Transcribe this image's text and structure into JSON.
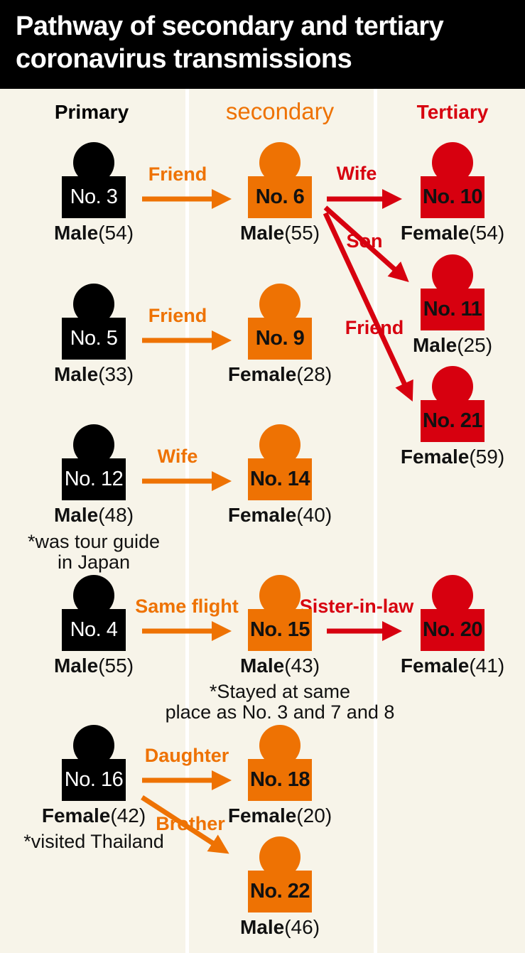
{
  "title": [
    "Pathway of secondary and tertiary",
    "coronavirus transmissions"
  ],
  "colors": {
    "primary": "#000000",
    "secondary": "#ee7203",
    "tertiary": "#d7000f",
    "background": "#f7f4e9"
  },
  "headers": {
    "primary": "Primary",
    "secondary": "secondary",
    "tertiary": "Tertiary"
  },
  "nodes": [
    {
      "id": "3",
      "label": "No. 3",
      "gender": "Male",
      "age": "(54)",
      "tier": "primary"
    },
    {
      "id": "5",
      "label": "No. 5",
      "gender": "Male",
      "age": "(33)",
      "tier": "primary"
    },
    {
      "id": "12",
      "label": "No. 12",
      "gender": "Male",
      "age": "(48)",
      "tier": "primary"
    },
    {
      "id": "4",
      "label": "No. 4",
      "gender": "Male",
      "age": "(55)",
      "tier": "primary"
    },
    {
      "id": "16",
      "label": "No. 16",
      "gender": "Female",
      "age": "(42)",
      "tier": "primary"
    },
    {
      "id": "6",
      "label": "No. 6",
      "gender": "Male",
      "age": "(55)",
      "tier": "secondary"
    },
    {
      "id": "9",
      "label": "No. 9",
      "gender": "Female",
      "age": "(28)",
      "tier": "secondary"
    },
    {
      "id": "14",
      "label": "No. 14",
      "gender": "Female",
      "age": "(40)",
      "tier": "secondary"
    },
    {
      "id": "15",
      "label": "No. 15",
      "gender": "Male",
      "age": "(43)",
      "tier": "secondary"
    },
    {
      "id": "18",
      "label": "No. 18",
      "gender": "Female",
      "age": "(20)",
      "tier": "secondary"
    },
    {
      "id": "22",
      "label": "No. 22",
      "gender": "Male",
      "age": "(46)",
      "tier": "secondary"
    },
    {
      "id": "10",
      "label": "No. 10",
      "gender": "Female",
      "age": "(54)",
      "tier": "tertiary"
    },
    {
      "id": "11",
      "label": "No. 11",
      "gender": "Male",
      "age": "(25)",
      "tier": "tertiary"
    },
    {
      "id": "21",
      "label": "No. 21",
      "gender": "Female",
      "age": "(59)",
      "tier": "tertiary"
    },
    {
      "id": "20",
      "label": "No. 20",
      "gender": "Female",
      "age": "(41)",
      "tier": "tertiary"
    }
  ],
  "edges": [
    {
      "from": "3",
      "to": "6",
      "relation": "Friend"
    },
    {
      "from": "5",
      "to": "9",
      "relation": "Friend"
    },
    {
      "from": "12",
      "to": "14",
      "relation": "Wife"
    },
    {
      "from": "4",
      "to": "15",
      "relation": "Same flight"
    },
    {
      "from": "16",
      "to": "18",
      "relation": "Daughter"
    },
    {
      "from": "16",
      "to": "22",
      "relation": "Brother"
    },
    {
      "from": "6",
      "to": "10",
      "relation": "Wife"
    },
    {
      "from": "6",
      "to": "11",
      "relation": "Son"
    },
    {
      "from": "6",
      "to": "21",
      "relation": "Friend"
    },
    {
      "from": "15",
      "to": "20",
      "relation": "Sister-in-law"
    }
  ],
  "notes": {
    "no12": [
      "*was tour guide",
      "in Japan"
    ],
    "no15": [
      "*Stayed at same",
      "place as No. 3 and 7 and 8"
    ],
    "no16": [
      "*visited Thailand"
    ]
  }
}
